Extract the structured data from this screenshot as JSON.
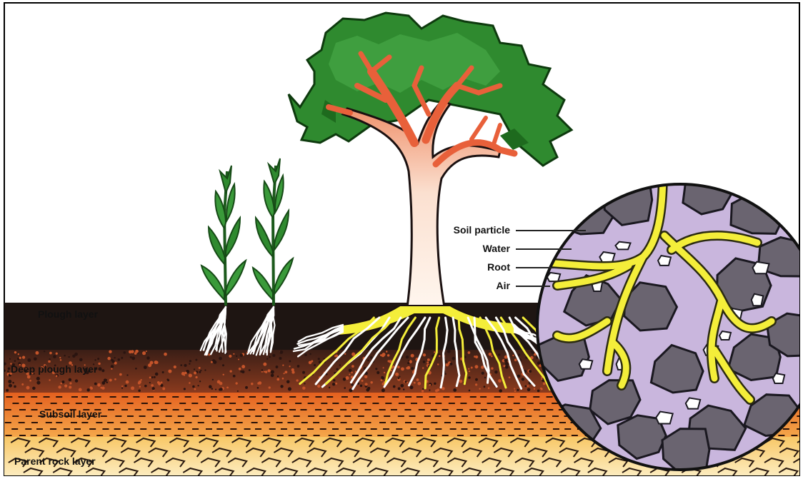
{
  "layers": [
    {
      "name": "Plough layer"
    },
    {
      "name": "Deep plough layer"
    },
    {
      "name": "Subsoil layer"
    },
    {
      "name": "Parent rock layer"
    }
  ],
  "soil_parts": [
    {
      "name": "Soil particle"
    },
    {
      "name": "Water"
    },
    {
      "name": "Root"
    },
    {
      "name": "Air"
    }
  ],
  "colors": {
    "frame": "#000000",
    "plough_layer": "#1e1512",
    "deep_plough_layer": "#5a2a1a",
    "subsoil_layer": "#e8732a",
    "parent_rock_layer": "#f5d98a",
    "foliage": "#2f8a2f",
    "trunk": "#f3c2a5",
    "branches": "#e8603a",
    "roots": "#f4ee3a",
    "soil_particle": "#6a6470",
    "water": "#c9b6dd"
  }
}
